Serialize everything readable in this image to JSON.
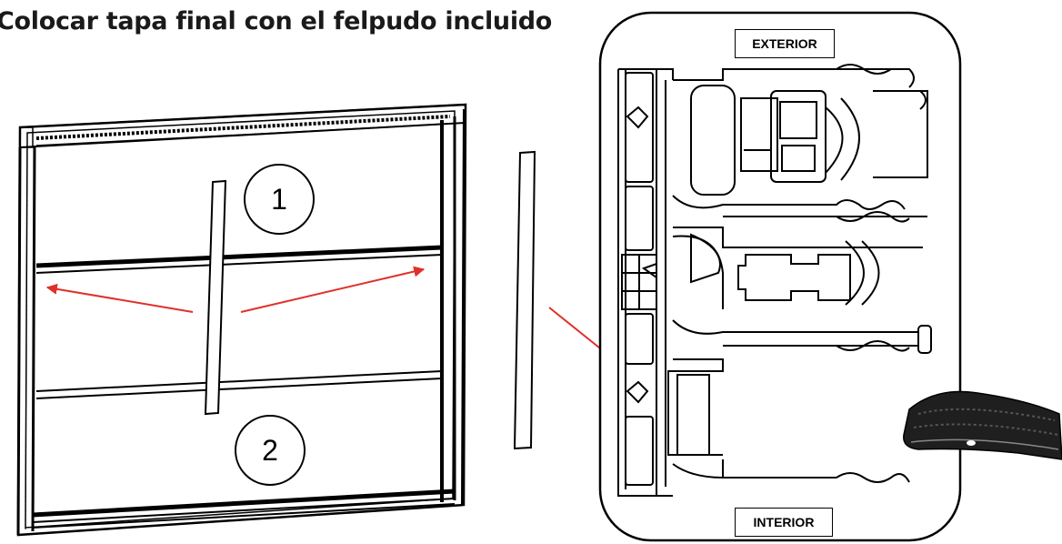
{
  "title": "Colocar tapa final con el felpudo incluido",
  "labels": {
    "exterior": "EXTERIOR",
    "interior": "INTERIOR",
    "step1": "1",
    "step2": "2"
  },
  "colors": {
    "arrow": "#e0302a",
    "stroke": "#000000"
  },
  "icons": [
    "felpudo-brush-seal-icon"
  ]
}
